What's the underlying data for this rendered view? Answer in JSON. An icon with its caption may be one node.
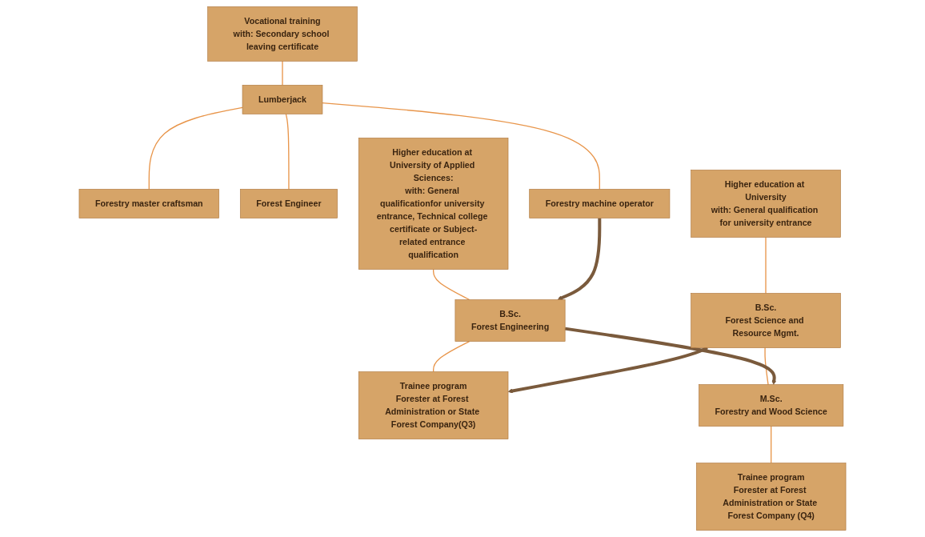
{
  "diagram": {
    "nodes": [
      {
        "text": [
          "Vocational training",
          "with: Secondary school leaving certificate"
        ]
      },
      {
        "text": [
          "Lumberjack"
        ]
      },
      {
        "text": [
          "Forestry master craftsman"
        ]
      },
      {
        "text": [
          "Forest Engineer"
        ]
      },
      {
        "text": [
          "Forestry machine operator"
        ]
      },
      {
        "text": [
          "Higher education at University of Applied Sciences:",
          "with: General qualificationfor university entrance, Technical college certificate or Subject-related entrance qualification"
        ]
      },
      {
        "text": [
          "B.Sc.",
          "Forest Engineering"
        ]
      },
      {
        "text": [
          "Trainee program",
          "Forester at Forest Administration or State Forest Company(Q3)"
        ]
      },
      {
        "text": [
          "Higher education at University",
          "with: General qualification for university entrance"
        ]
      },
      {
        "text": [
          "B.Sc.",
          "Forest Science and Resource Mgmt."
        ]
      },
      {
        "text": [
          "M.Sc.",
          "Forestry and Wood Science"
        ]
      },
      {
        "text": [
          "Trainee program",
          "Forester at Forest Administration or State Forest Company (Q4)"
        ]
      }
    ],
    "edges": [
      {
        "from": 0,
        "to": 1,
        "arrow": "none"
      },
      {
        "from": 1,
        "to": 2,
        "arrow": "none"
      },
      {
        "from": 1,
        "to": 3,
        "arrow": "none"
      },
      {
        "from": 1,
        "to": 4,
        "arrow": "none"
      },
      {
        "from": 5,
        "to": 6,
        "arrow": "none"
      },
      {
        "from": 6,
        "to": 7,
        "arrow": "none"
      },
      {
        "from": 8,
        "to": 9,
        "arrow": "none"
      },
      {
        "from": 9,
        "to": 10,
        "arrow": "none"
      },
      {
        "from": 10,
        "to": 11,
        "arrow": "none"
      },
      {
        "from": 4,
        "to": 6,
        "arrow": "to",
        "style": "thick",
        "color": "#7a5a3c"
      },
      {
        "from": 6,
        "to": 10,
        "arrow": "to",
        "style": "thick",
        "color": "#7a5a3c"
      },
      {
        "from": 9,
        "to": 7,
        "arrow": "to",
        "style": "thick",
        "color": "#7a5a3c"
      }
    ]
  }
}
